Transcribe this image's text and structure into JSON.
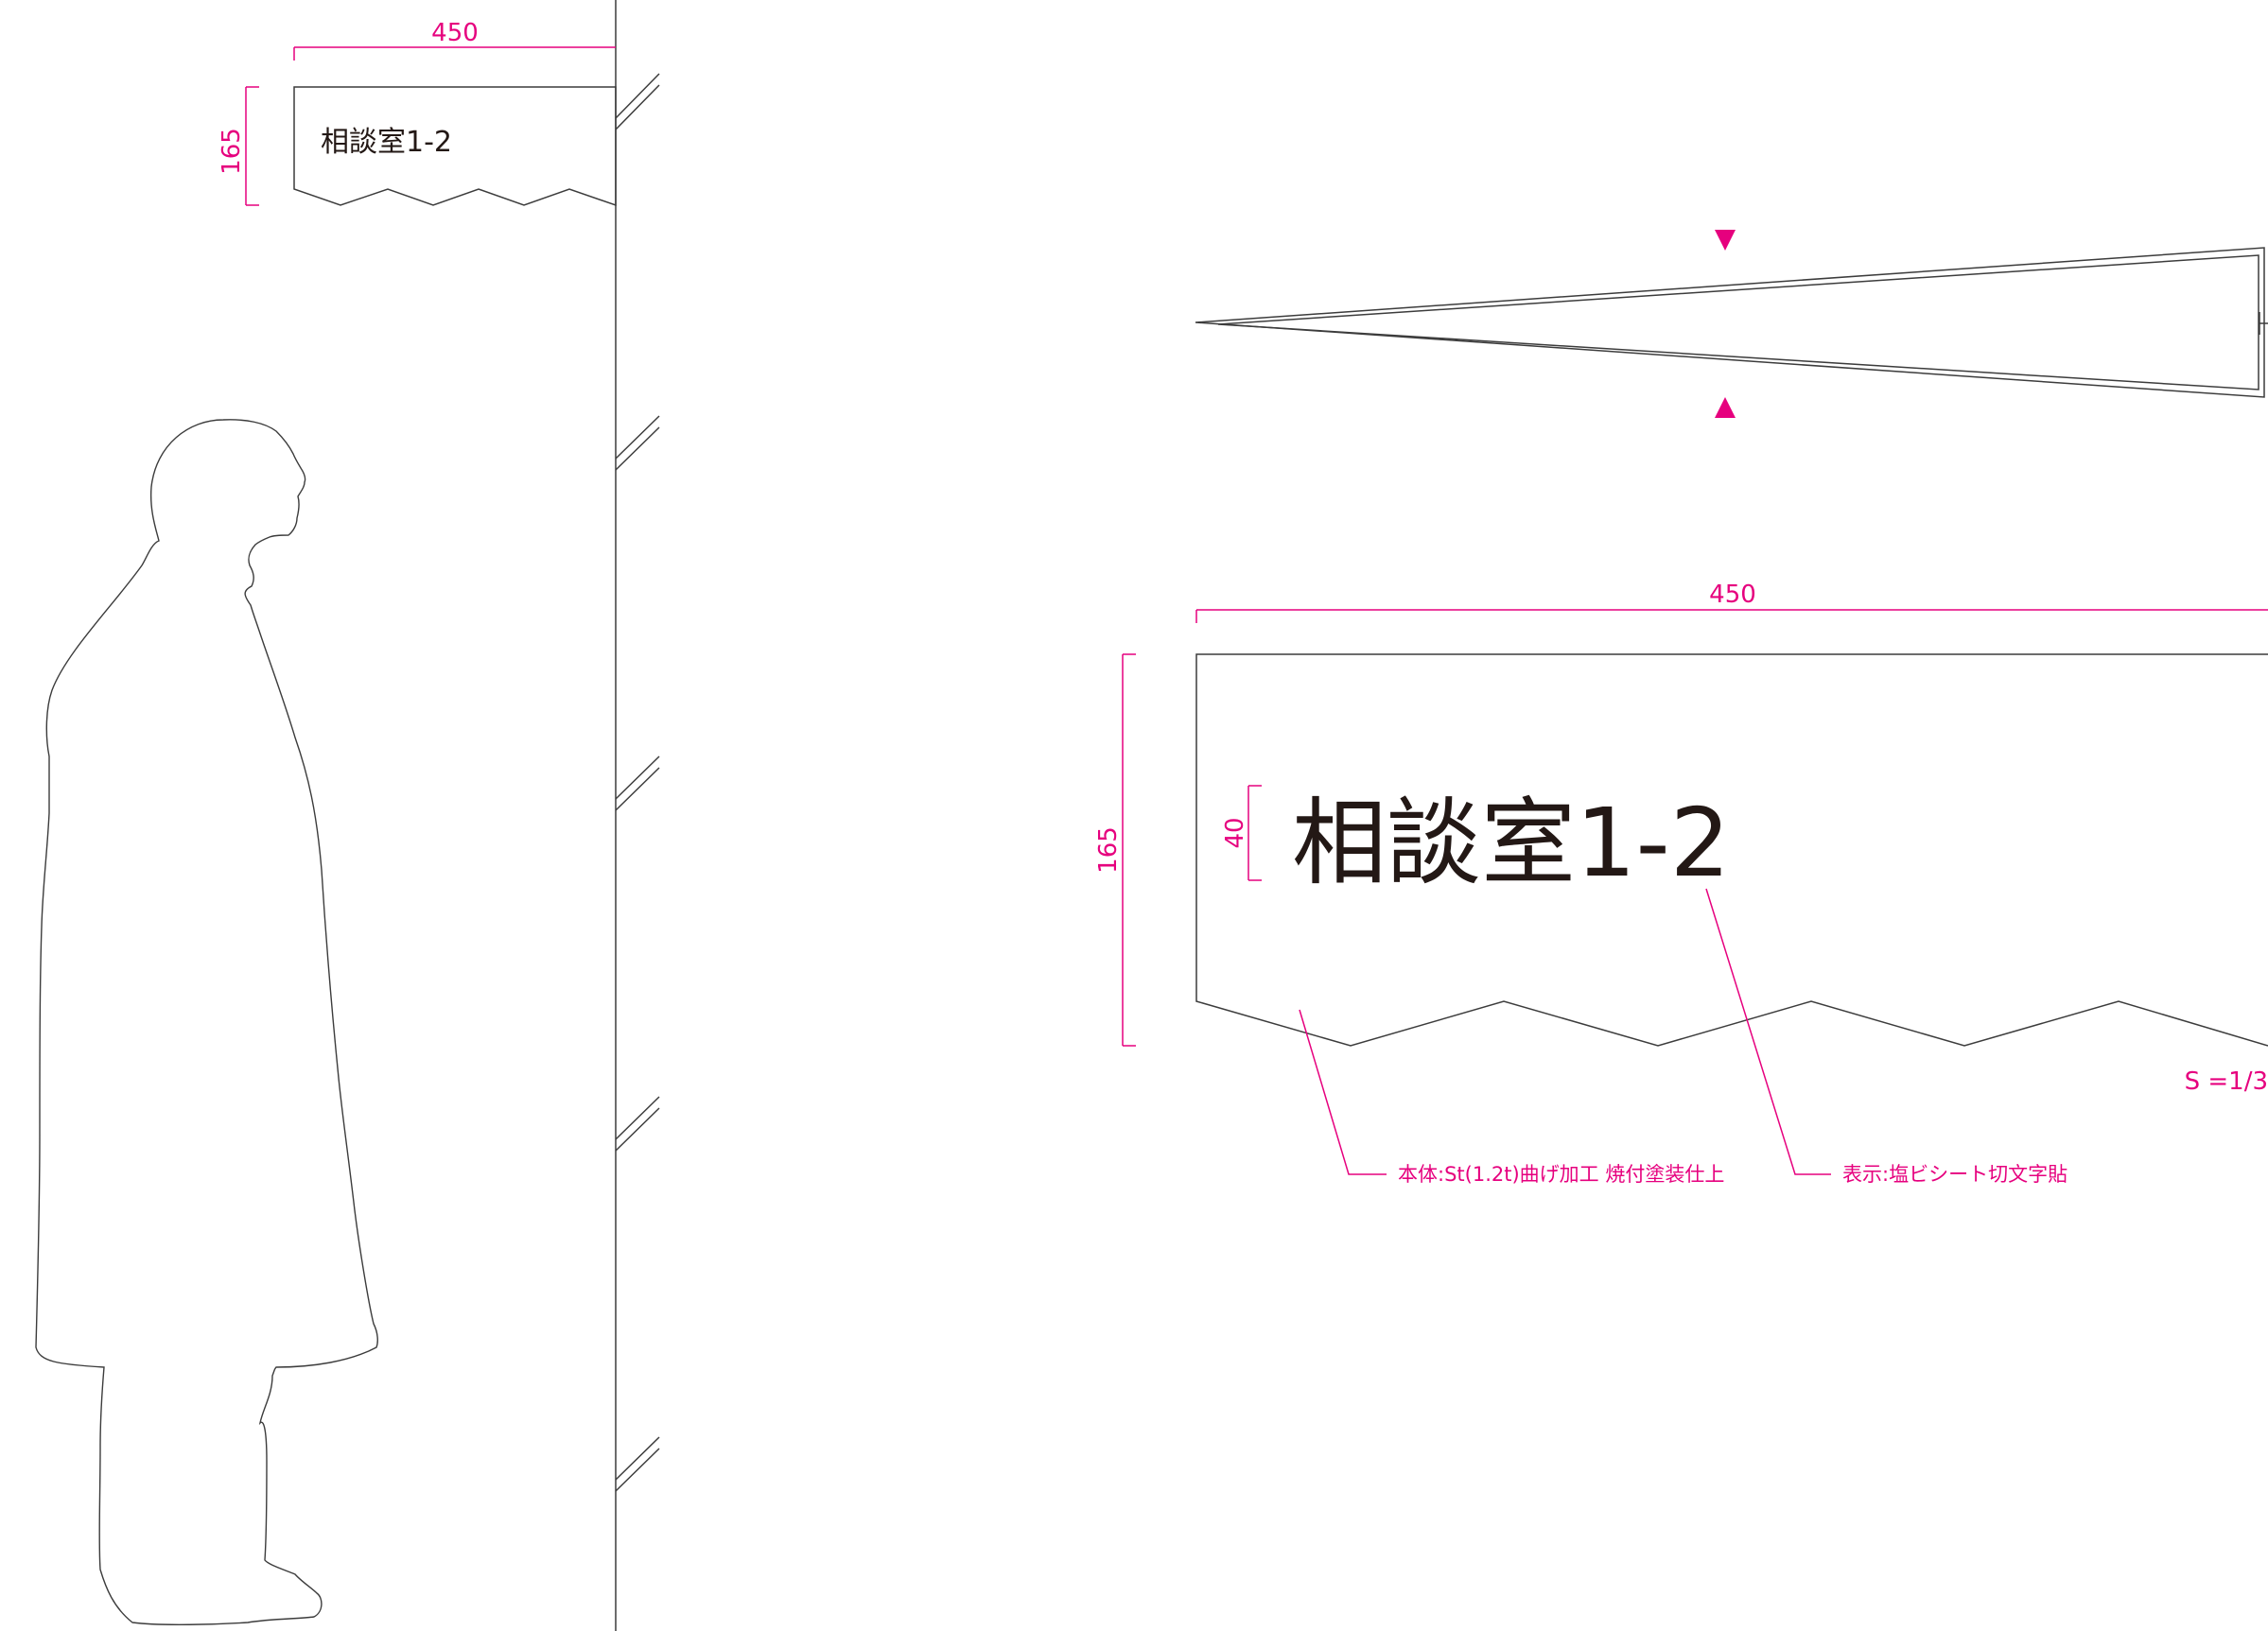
{
  "elevation": {
    "width_label": "450",
    "height_label": "165",
    "sign_text": "相談室1-2"
  },
  "detail": {
    "width_label": "450",
    "height_label": "165",
    "letter_height_label": "40",
    "sign_text": "相談室1-2",
    "scale_label": "S =1/3",
    "notes": {
      "body": "本体:St(1.2t)曲げ加工 焼付塗装仕上",
      "display": "表示:塩ビシート切文字貼"
    }
  },
  "colors": {
    "annotation": "#e6007e",
    "line": "#3c3c3c",
    "text": "#231815"
  }
}
